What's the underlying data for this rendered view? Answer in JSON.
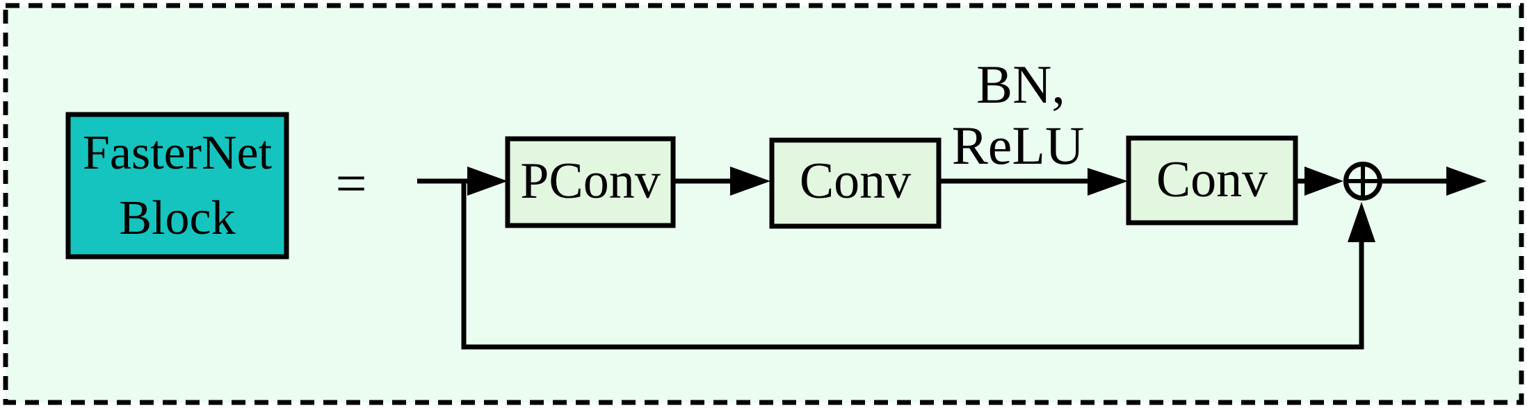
{
  "colors": {
    "page_background": "#ffffff",
    "panel_background": "#ebfcf0",
    "block_fill": "#e2f6e0",
    "legend_fill": "#15c4be",
    "line_color": "#000000"
  },
  "diagram": {
    "legend_block": {
      "line1": "FasterNet",
      "line2": "Block"
    },
    "equals_sign": "=",
    "blocks": {
      "pconv": "PConv",
      "conv1": "Conv",
      "conv2": "Conv"
    },
    "annotation": {
      "line1": "BN,",
      "line2": "ReLU"
    }
  }
}
